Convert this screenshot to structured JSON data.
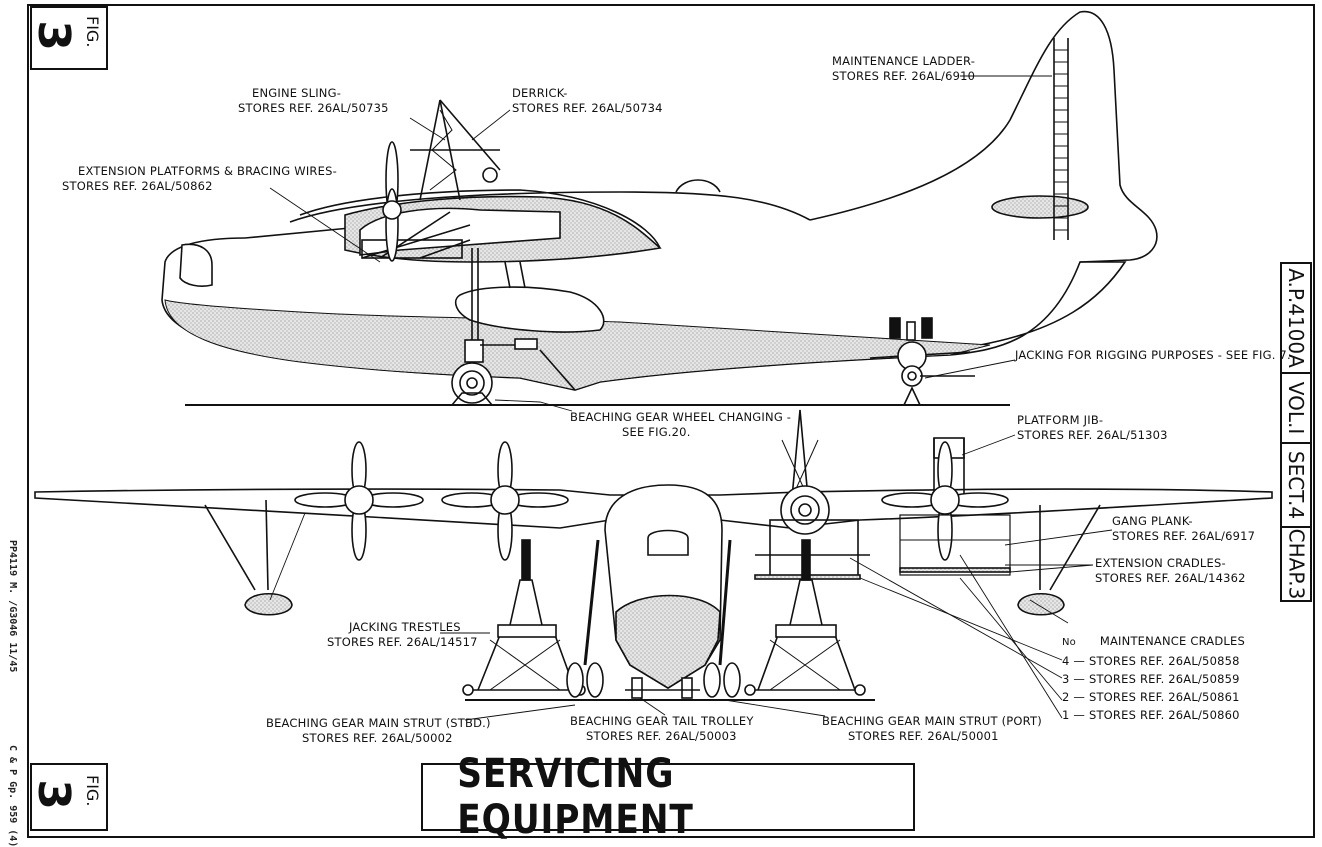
{
  "figure": {
    "fig_word": "FIG.",
    "fig_number": "3"
  },
  "title": "SERVICING EQUIPMENT",
  "reference": [
    "A.P.4100A",
    "VOL.I",
    "SECT.4",
    "CHAP.3"
  ],
  "labels": {
    "engine_sling": [
      "ENGINE SLING-",
      "STORES REF. 26AL/50735"
    ],
    "derrick": [
      "DERRICK-",
      "STORES REF. 26AL/50734"
    ],
    "maintenance_ladder": [
      "MAINTENANCE LADDER-",
      "STORES REF. 26AL/6910"
    ],
    "extension_platforms": [
      "EXTENSION PLATFORMS & BRACING WIRES-",
      "STORES REF. 26AL/50862"
    ],
    "jacking_rigging": [
      "JACKING FOR RIGGING PURPOSES - SEE FIG. 7."
    ],
    "beaching_wheel": [
      "BEACHING GEAR WHEEL CHANGING -",
      "SEE FIG.20."
    ],
    "platform_jib": [
      "PLATFORM JIB-",
      "STORES REF. 26AL/51303"
    ],
    "gang_plank": [
      "GANG PLANK-",
      "STORES REF. 26AL/6917"
    ],
    "extension_cradles": [
      "EXTENSION CRADLES-",
      "STORES REF. 26AL/14362"
    ],
    "jacking_trestles": [
      "JACKING TRESTLES",
      "STORES REF. 26AL/14517"
    ],
    "maintenance_cradles_heading": "MAINTENANCE CRADLES",
    "maintenance_cradles_no": "No",
    "maintenance_cradles": [
      {
        "no": "4",
        "ref": "STORES REF. 26AL/50858"
      },
      {
        "no": "3",
        "ref": "STORES REF. 26AL/50859"
      },
      {
        "no": "2",
        "ref": "STORES REF. 26AL/50861"
      },
      {
        "no": "1",
        "ref": "STORES REF. 26AL/50860"
      }
    ],
    "main_strut_stbd": [
      "BEACHING GEAR MAIN STRUT (STBD.)",
      "STORES REF. 26AL/50002"
    ],
    "tail_trolley": [
      "BEACHING GEAR TAIL TROLLEY",
      "STORES REF. 26AL/50003"
    ],
    "main_strut_port": [
      "BEACHING GEAR MAIN STRUT (PORT)",
      "STORES REF. 26AL/50001"
    ]
  },
  "margin": {
    "print_code": "PP4119  M.    /G3046   11/45",
    "printer_code": "C & P  Gp. 959 (4)"
  },
  "colors": {
    "ink": "#111111",
    "paper": "#ffffff",
    "shade": "#cfcfcf"
  }
}
